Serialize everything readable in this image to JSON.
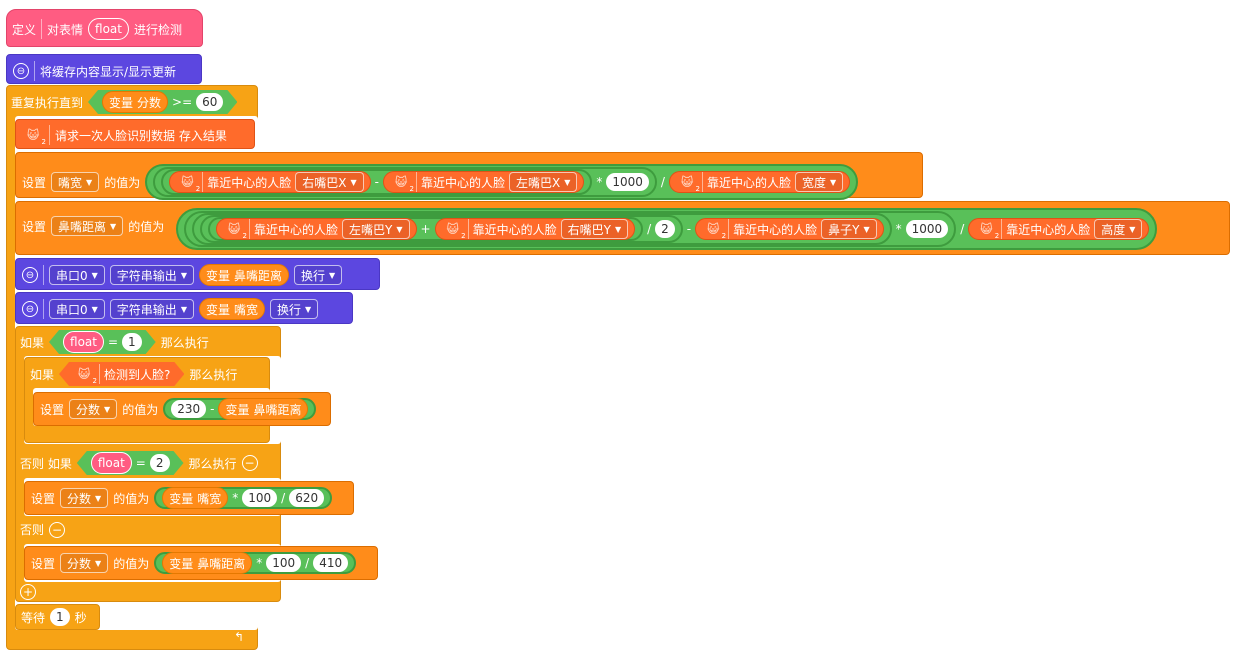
{
  "define": {
    "label": "定义",
    "name": "对表情",
    "param": "float",
    "suffix": "进行检测"
  },
  "refresh": {
    "label": "将缓存内容显示/显示更新"
  },
  "repeat": {
    "label": "重复执行直到",
    "var_label": "变量",
    "var_name": "分数",
    "op": ">=",
    "value": "60"
  },
  "face_request": {
    "label": "请求一次人脸识别数据 存入结果"
  },
  "set1": {
    "label": "设置",
    "var": "嘴宽",
    "value_of": "的值为",
    "face_a": "靠近中心的人脸",
    "prop_a": "右嘴巴X",
    "minus": "-",
    "face_b": "靠近中心的人脸",
    "prop_b": "左嘴巴X",
    "times": "*",
    "n1": "1000",
    "div": "/",
    "face_c": "靠近中心的人脸",
    "prop_c": "宽度"
  },
  "set2": {
    "label": "设置",
    "var": "鼻嘴距离",
    "value_of": "的值为",
    "face_a": "靠近中心的人脸",
    "prop_a": "左嘴巴Y",
    "plus": "+",
    "face_b": "靠近中心的人脸",
    "prop_b": "右嘴巴Y",
    "div1": "/",
    "n2": "2",
    "minus": "-",
    "face_c": "靠近中心的人脸",
    "prop_c": "鼻子Y",
    "times": "*",
    "n1": "1000",
    "div2": "/",
    "face_d": "靠近中心的人脸",
    "prop_d": "高度"
  },
  "serial1": {
    "port": "串口0",
    "mode": "字符串输出",
    "var_label": "变量",
    "var_name": "鼻嘴距离",
    "newline": "换行"
  },
  "serial2": {
    "port": "串口0",
    "mode": "字符串输出",
    "var_label": "变量",
    "var_name": "嘴宽",
    "newline": "换行"
  },
  "if1": {
    "label": "如果",
    "param": "float",
    "op": "=",
    "value": "1",
    "then": "那么执行"
  },
  "if_inner": {
    "label": "如果",
    "cond": "检测到人脸?",
    "then": "那么执行"
  },
  "set3": {
    "label": "设置",
    "var": "分数",
    "value_of": "的值为",
    "n": "230",
    "minus": "-",
    "var_label": "变量",
    "var_name": "鼻嘴距离"
  },
  "elseif": {
    "label": "否则 如果",
    "param": "float",
    "op": "=",
    "value": "2",
    "then": "那么执行"
  },
  "set4": {
    "label": "设置",
    "var": "分数",
    "value_of": "的值为",
    "var_label": "变量",
    "var_name": "嘴宽",
    "times": "*",
    "n1": "100",
    "div": "/",
    "n2": "620"
  },
  "else": {
    "label": "否则"
  },
  "set5": {
    "label": "设置",
    "var": "分数",
    "value_of": "的值为",
    "var_label": "变量",
    "var_name": "鼻嘴距离",
    "times": "*",
    "n1": "100",
    "div": "/",
    "n2": "410"
  },
  "wait": {
    "label": "等待",
    "value": "1",
    "unit": "秒"
  },
  "icons": {
    "face": "cat-face-icon",
    "eye": "kv-eye-icon",
    "loop": "loop-arrow-icon"
  },
  "colors": {
    "control": "#f7a315",
    "variable": "#ff8c1a",
    "face": "#ff6b2b",
    "operator": "#59c059",
    "define": "#ff5c82",
    "display": "#5c47e0"
  }
}
